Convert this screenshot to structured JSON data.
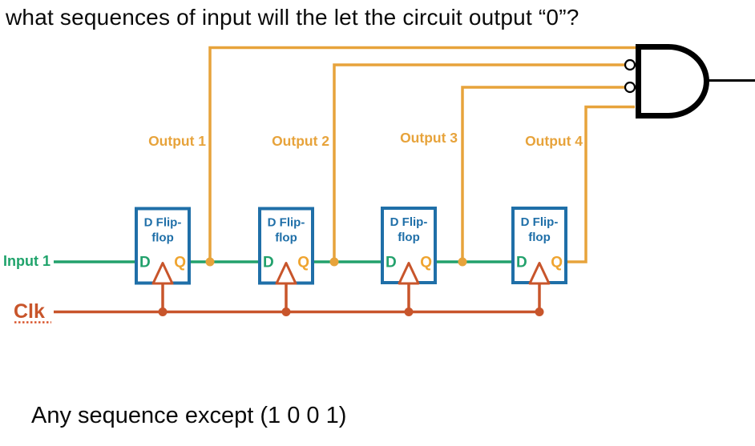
{
  "question": "what sequences of input will the let the circuit output “0”?",
  "answer": "Any sequence except (1 0 0 1)",
  "labels": {
    "input": "Input 1",
    "clk": "Clk"
  },
  "output_labels": [
    "Output 1",
    "Output 2",
    "Output 3",
    "Output 4"
  ],
  "flip_flop": {
    "title_line1": "D Flip-",
    "title_line2": "flop",
    "d_pin": "D",
    "q_pin": "Q"
  },
  "gate": {
    "type": "AND",
    "num_inputs": 4,
    "inverted_inputs": [
      2,
      3
    ]
  },
  "colors": {
    "wire_orange": "#E7A33B",
    "wire_green": "#22A16C",
    "flipflop_blue": "#1F6FA8",
    "clock_red": "#C8552B",
    "gate_black": "#000000"
  }
}
